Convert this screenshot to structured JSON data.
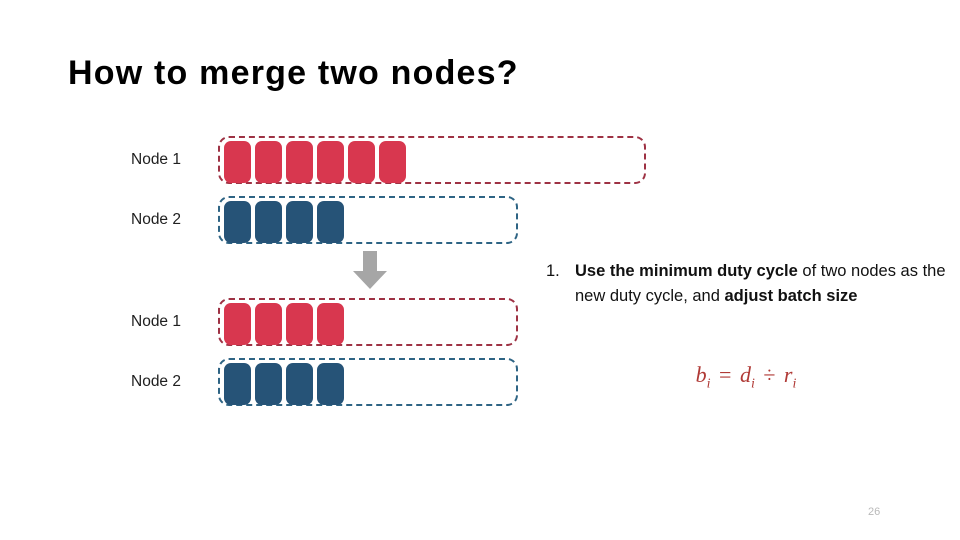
{
  "slide": {
    "title": "How to merge two nodes?",
    "page_number": "26",
    "background_color": "#ffffff"
  },
  "colors": {
    "red_block": "#d8374f",
    "red_border": "#9e3244",
    "blue_block": "#265377",
    "blue_border": "#2e6484",
    "arrow": "#a6a6a6",
    "formula": "#b03a36",
    "page_number": "#b9b9b9"
  },
  "diagram": {
    "before": {
      "rows": [
        {
          "label": "Node 1",
          "color": "red",
          "block_count": 6,
          "track_width": 428
        },
        {
          "label": "Node 2",
          "color": "blue",
          "block_count": 4,
          "track_width": 300
        }
      ]
    },
    "arrow": {
      "icon": "arrow-down-icon",
      "direction": "down"
    },
    "after": {
      "rows": [
        {
          "label": "Node 1",
          "color": "red",
          "block_count": 4,
          "track_width": 300
        },
        {
          "label": "Node 2",
          "color": "blue",
          "block_count": 4,
          "track_width": 300
        }
      ]
    }
  },
  "explanation": {
    "number": "1.",
    "segments": [
      {
        "text": "Use the minimum duty cycle",
        "bold": true
      },
      {
        "text": " of two nodes as the new duty cycle, and ",
        "bold": false
      },
      {
        "text": "adjust batch size",
        "bold": true
      }
    ]
  },
  "formula": {
    "lhs_var": "b",
    "lhs_sub": "i",
    "equals": "=",
    "rhs1_var": "d",
    "rhs1_sub": "i",
    "operator": "÷",
    "rhs2_var": "r",
    "rhs2_sub": "i",
    "plain": "b_i = d_i ÷ r_i"
  }
}
